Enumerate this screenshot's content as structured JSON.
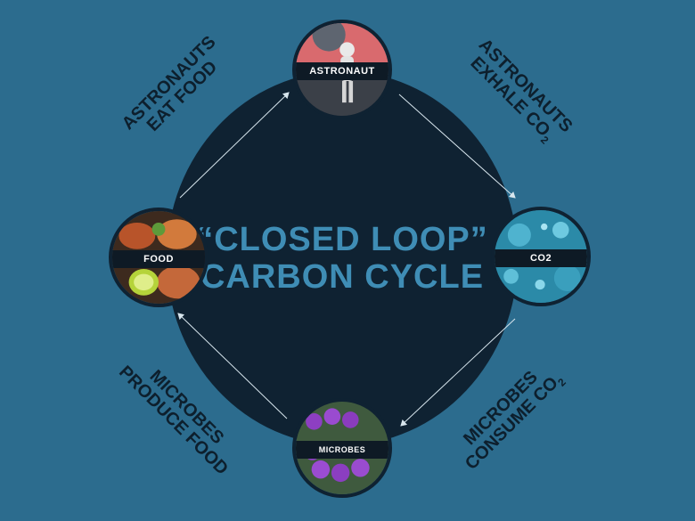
{
  "title": {
    "line1": "“CLOSED LOOP”",
    "line2": "CARBON CYCLE"
  },
  "nodes": {
    "astronaut": "ASTRONAUT",
    "co2": "CO2",
    "food": "FOOD",
    "microbes": "MICROBES"
  },
  "labels": {
    "top_left": {
      "line1": "ASTRONAUTS",
      "line2": "EAT FOOD"
    },
    "top_right": {
      "line1": "ASTRONAUTS",
      "line2": "EXHALE CO",
      "sub": "2"
    },
    "bottom_left": {
      "line1": "MICROBES",
      "line2": "PRODUCE FOOD"
    },
    "bottom_right": {
      "line1": "MICROBES",
      "line2": "CONSUME CO",
      "sub": "2"
    }
  },
  "colors": {
    "background": "#2c6c8e",
    "circle": "#0f2232",
    "title": "#3f8db5",
    "label": "#0d1f2d"
  }
}
